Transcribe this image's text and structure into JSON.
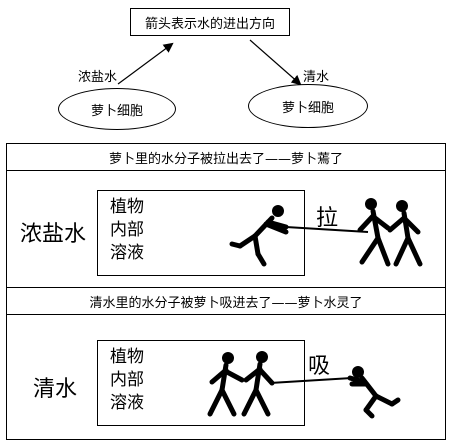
{
  "top": {
    "title": "箭头表示水的进出方向",
    "left_solution": "浓盐水",
    "right_solution": "清水",
    "left_cell": "萝卜细胞",
    "right_cell": "萝卜细胞"
  },
  "panel1": {
    "header": "萝卜里的水分子被拉出去了——萝卜蔫了",
    "side_label": "浓盐水",
    "plant_lines": [
      "植物",
      "内部",
      "溶液"
    ],
    "force_label": "拉"
  },
  "panel2": {
    "header": "清水里的水分子被萝卜吸进去了——萝卜水灵了",
    "side_label": "清水",
    "plant_lines": [
      "植物",
      "内部",
      "溶液"
    ],
    "force_label": "吸"
  }
}
